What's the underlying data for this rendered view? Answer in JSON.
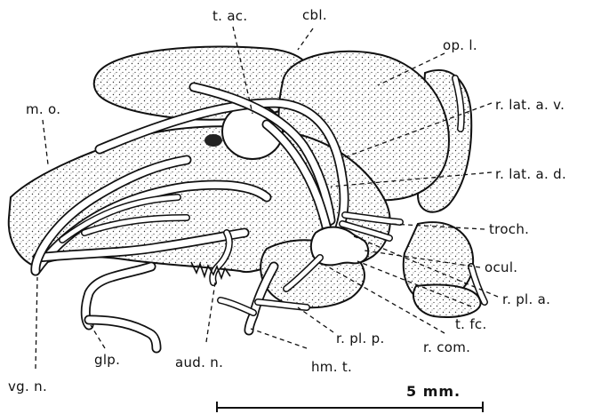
{
  "labels": {
    "t_ac": "t. ac.",
    "cbl": "cbl.",
    "op_l": "op. l.",
    "m_o": "m. o.",
    "r_lat_a_v": "r. lat. a. v.",
    "r_lat_a_d": "r. lat. a. d.",
    "troch": "troch.",
    "ocul": "ocul.",
    "r_pl_a": "r. pl. a.",
    "t_fc": "t. fc.",
    "r_com": "r. com.",
    "r_pl_p": "r. pl. p.",
    "hm_t": "hm. t.",
    "aud_n": "aud. n.",
    "glp": "glp.",
    "vg_n": "vg. n."
  },
  "scale_bar": {
    "label": "5 mm."
  }
}
